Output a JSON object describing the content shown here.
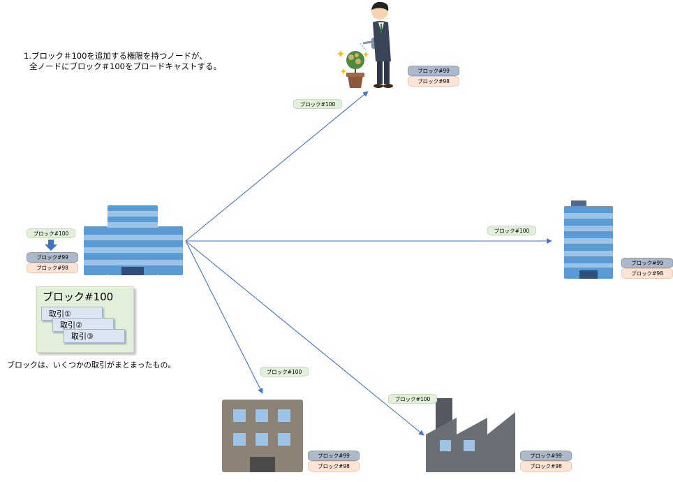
{
  "caption": {
    "line1": "1.ブロック＃100を追加する権限を持つノードが、",
    "line2": "全ノードにブロック＃100をブロードキャストする。"
  },
  "new_block_label": "ブロック#100",
  "chain_labels": {
    "b99": "ブロック#99",
    "b98": "ブロック#98"
  },
  "block_detail": {
    "title": "ブロック#100",
    "transactions": [
      "取引①",
      "取引②",
      "取引③"
    ],
    "note": "ブロックは、いくつかの取引がまとまったもの。"
  },
  "colors": {
    "arrow": "#4472c4",
    "new_block": "#e2efda",
    "block99": "#acb9ca",
    "block98": "#fce4d6",
    "tx_fill": "#dce6f2",
    "building_blue": "#5b9bd5"
  },
  "icons": [
    "sender-building-icon",
    "businessman-watering-money-tree-icon",
    "office-tower-icon",
    "apartment-building-icon",
    "factory-icon",
    "down-arrow-icon"
  ]
}
